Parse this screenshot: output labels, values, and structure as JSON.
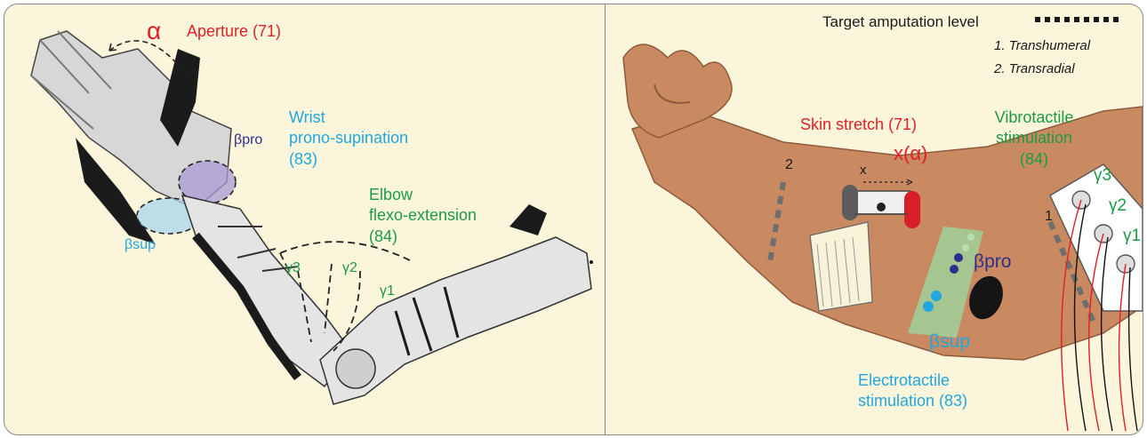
{
  "left_panel": {
    "alpha_symbol": "α",
    "aperture": "Aperture (71)",
    "beta_pro": "βpro",
    "wrist_line1": "Wrist",
    "wrist_line2": "prono-supination",
    "wrist_line3": "(83)",
    "beta_sup": "βsup",
    "elbow_line1": "Elbow",
    "elbow_line2": "flexo-extension",
    "elbow_line3": "(84)",
    "gamma3": "γ3",
    "gamma2": "γ2",
    "gamma1": "γ1"
  },
  "right_panel": {
    "target_level": "Target amputation level",
    "level1": "1. Transhumeral",
    "level2": "2. Transradial",
    "skin_stretch": "Skin stretch (71)",
    "x_alpha": "x(α)",
    "x_label": "x",
    "marker2": "2",
    "marker1": "1",
    "vibro_line1": "Vibrotactile",
    "vibro_line2": "stimulation",
    "vibro_line3": "(84)",
    "gamma3": "γ3",
    "gamma2": "γ2",
    "gamma1": "γ1",
    "beta_pro": "βpro",
    "beta_sup": "βsup",
    "electro_line1": "Electrotactile",
    "electro_line2": "stimulation (83)"
  },
  "colors": {
    "background": "#fbf5dc",
    "border": "#8a8a8a",
    "red": "#e11f26",
    "blue": "#22a6dd",
    "green": "#1d9a45",
    "navy": "#2e2f8a",
    "skin": "#c98a62"
  }
}
